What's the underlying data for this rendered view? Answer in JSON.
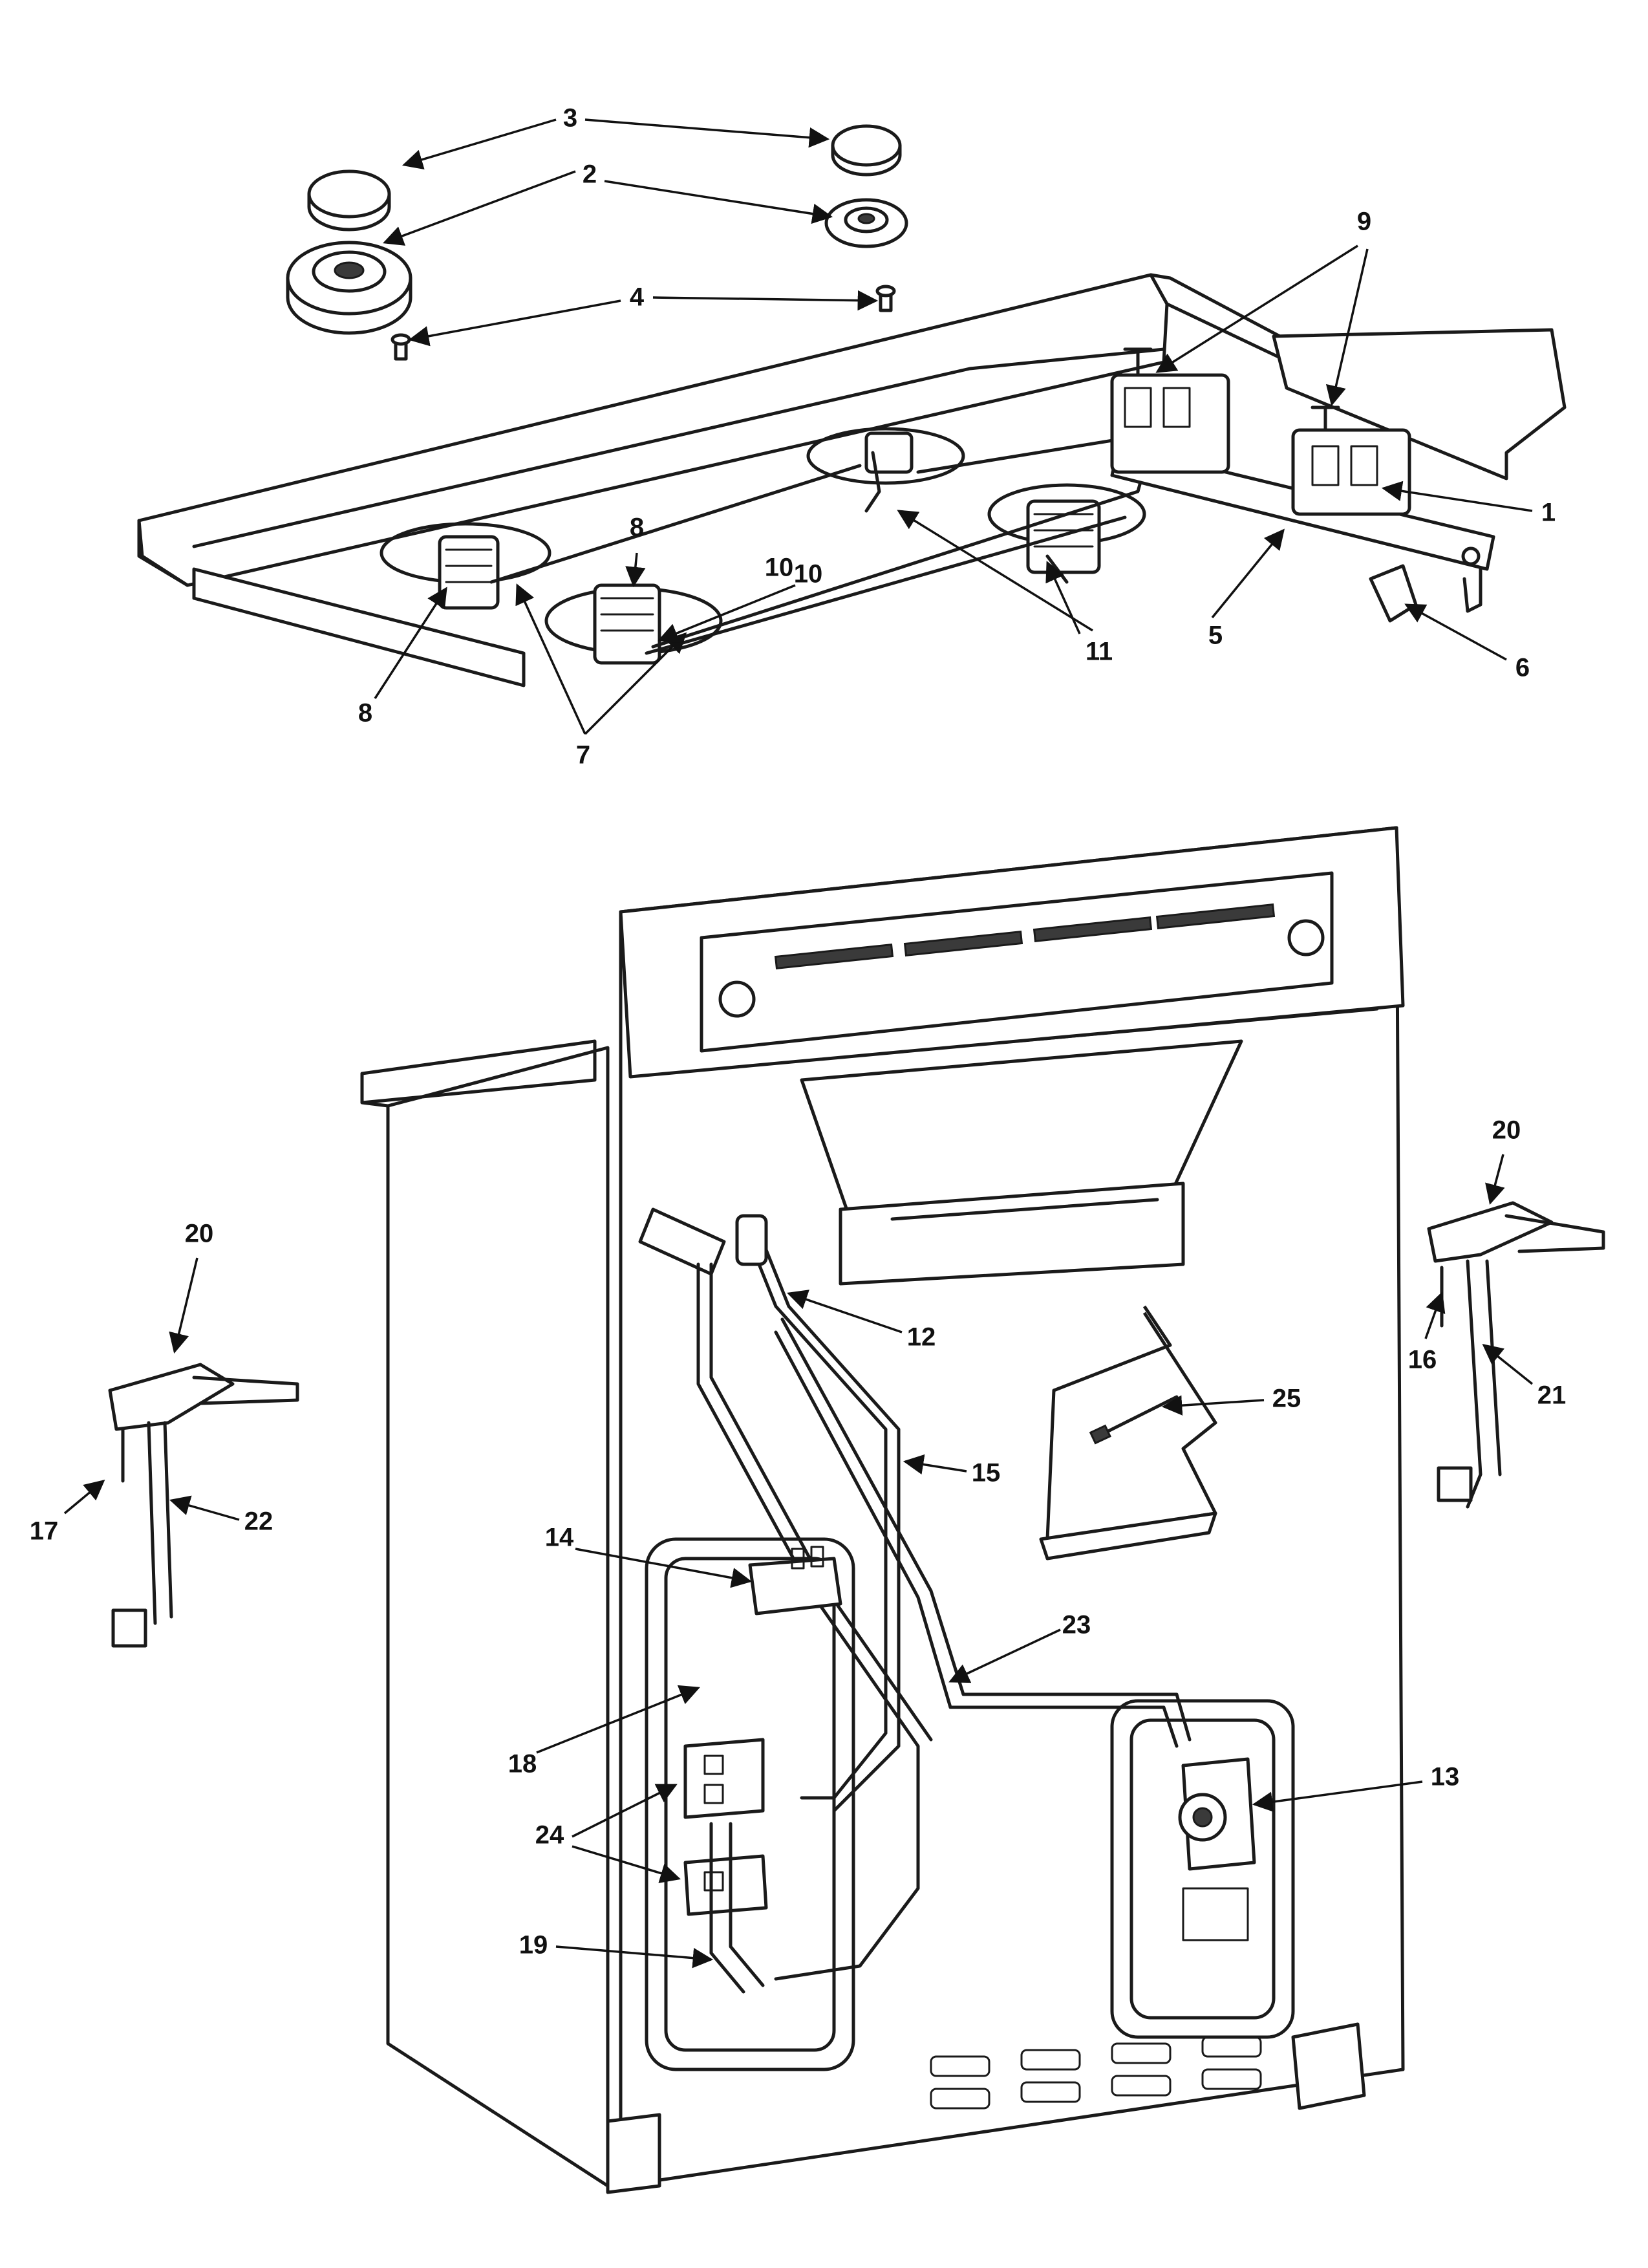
{
  "labels": [
    "1",
    "2",
    "3",
    "4",
    "5",
    "6",
    "7",
    "8",
    "9",
    "10",
    "11",
    "12",
    "13",
    "14",
    "15",
    "16",
    "17",
    "18",
    "19",
    "20",
    "21",
    "22",
    "23",
    "24",
    "25"
  ]
}
